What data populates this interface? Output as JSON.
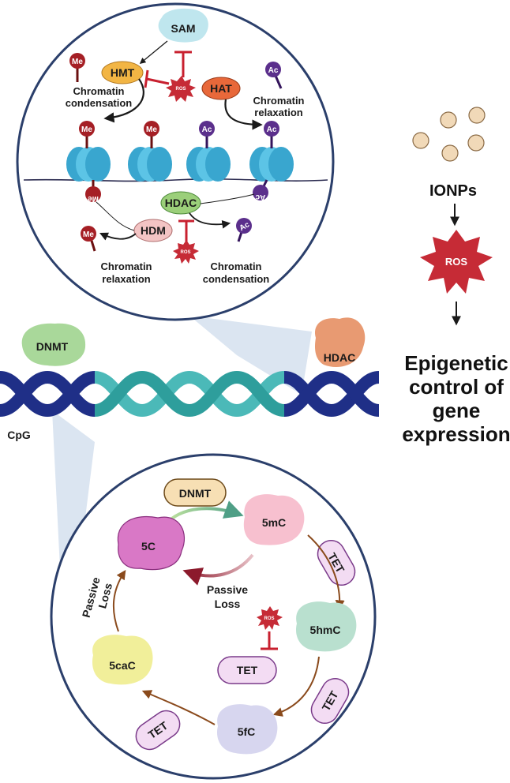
{
  "colors": {
    "circle_border": "#2b3f6b",
    "dna_dark": "#1f2f87",
    "dna_teal": "#4bb9b8",
    "ros_red": "#c62b36",
    "inhibit_red": "#c8202f",
    "methyl": "#a51f25",
    "acetyl": "#5b2f8c",
    "nucleosome": "#39a6cf",
    "zoom_shade": "#dbe5f1"
  },
  "top_panel": {
    "sam": "SAM",
    "hmt": "HMT",
    "hat": "HAT",
    "hdac": "HDAC",
    "hdm": "HDM",
    "ros_small": "ROS",
    "me": "Me",
    "ac": "Ac",
    "left_top_caption": [
      "Chromatin",
      "condensation"
    ],
    "right_top_caption": [
      "Chromatin",
      "relaxation"
    ],
    "left_bottom_caption": [
      "Chromatin",
      "relaxation"
    ],
    "right_bottom_caption": [
      "Chromatin",
      "condensation"
    ]
  },
  "middle": {
    "dnmt": "DNMT",
    "hdac": "HDAC",
    "cpg": "CpG"
  },
  "side": {
    "ionps": "IONPs",
    "ros": "ROS",
    "result": [
      "Epigenetic",
      "control of",
      "gene",
      "expression"
    ]
  },
  "bottom_panel": {
    "dnmt": "DNMT",
    "c5": "5C",
    "c5m": "5mC",
    "tet_top": "TET",
    "c5hm": "5hmC",
    "tet_right": "TET",
    "c5f": "5fC",
    "tet_bottom": "TET",
    "c5ca": "5caC",
    "passive_left": [
      "Passive",
      "Loss"
    ],
    "passive_inner": [
      "Passive",
      "Loss"
    ],
    "ros_small": "ROS",
    "tet_inhibited": "TET"
  }
}
